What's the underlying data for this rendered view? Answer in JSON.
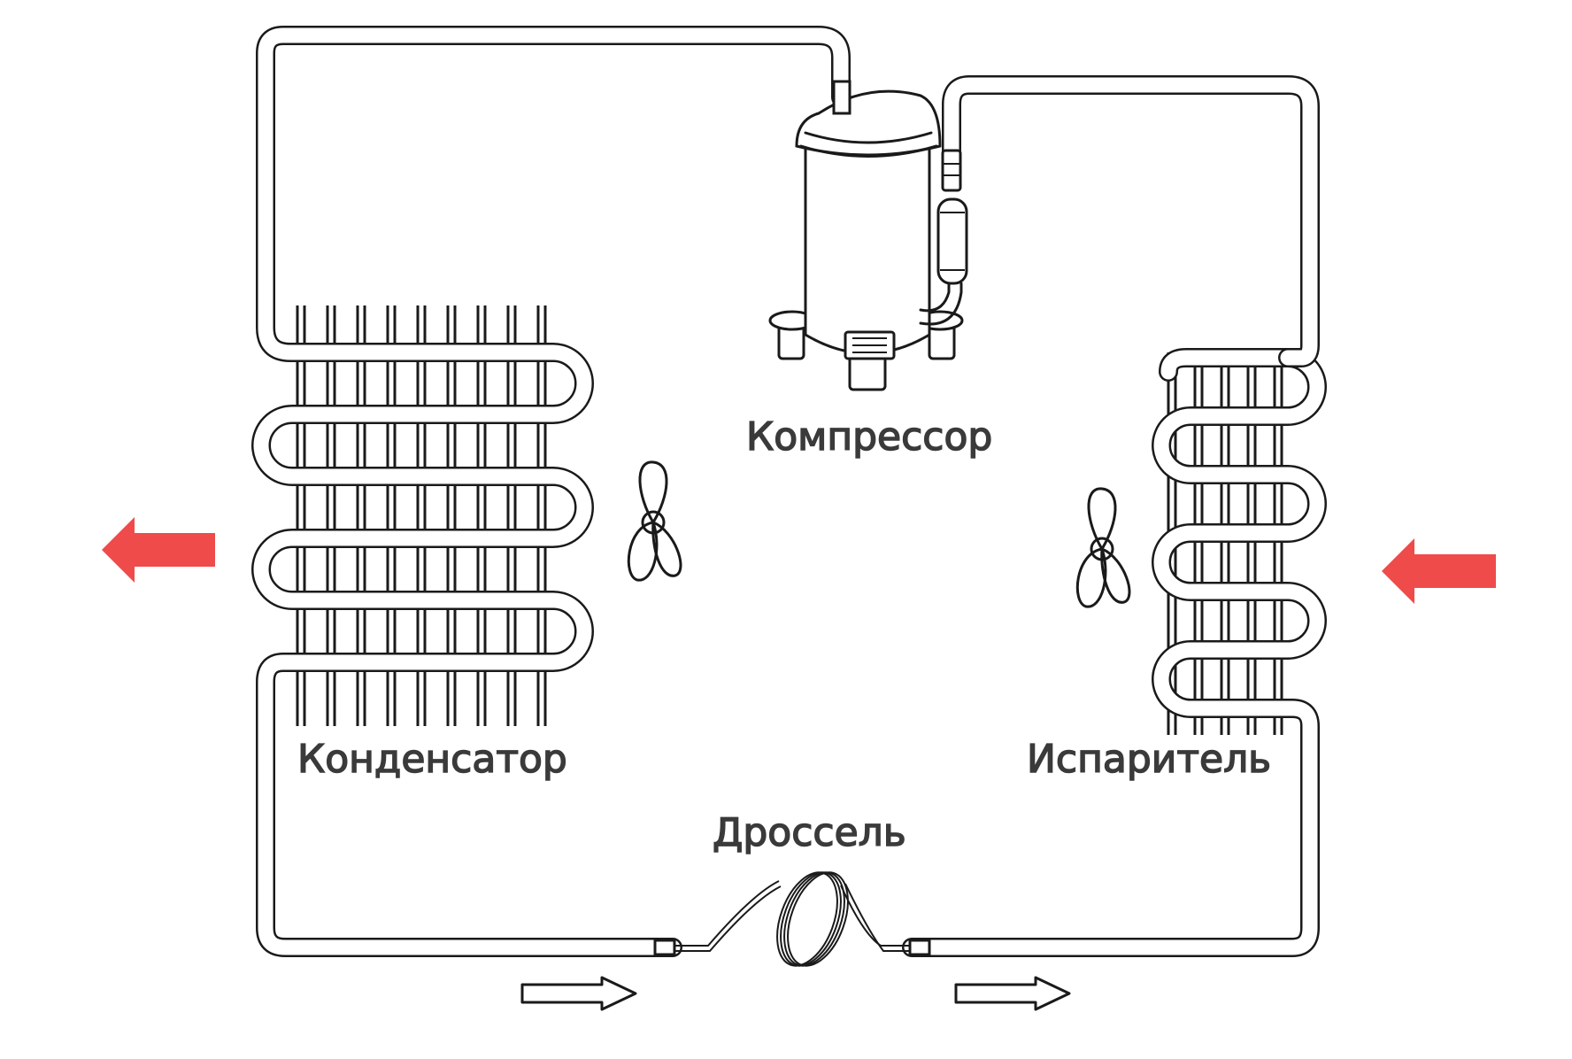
{
  "labels": {
    "compressor": "Компрессор",
    "condenser": "Конденсатор",
    "evaporator": "Испаритель",
    "throttle": "Дроссель"
  },
  "colors": {
    "line": "#1a1a1a",
    "label_text": "#3a3a3a",
    "heat_arrow": "#ef4b4b",
    "background": "#ffffff"
  },
  "icons": [
    "compressor-icon",
    "condenser-coil-icon",
    "evaporator-coil-icon",
    "fan-icon",
    "capillary-coil-icon",
    "filter-drier-icon",
    "heat-arrow-icon",
    "flow-arrow-icon"
  ]
}
